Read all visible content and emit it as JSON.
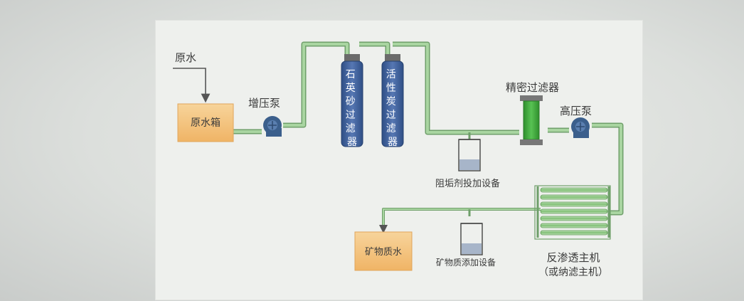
{
  "diagram": {
    "labels": {
      "raw_water": "原水",
      "raw_water_tank": "原水箱",
      "booster_pump": "增压泵",
      "quartz_filter": "石英砂过滤器",
      "carbon_filter": "活性炭过滤器",
      "precision_filter": "精密过滤器",
      "high_pressure_pump": "高压泵",
      "antiscalant_dosing": "阻垢剂投加设备",
      "ro_unit": "反渗透主机",
      "ro_unit_alt": "（或纳滤主机）",
      "mineral_water": "矿物质水",
      "mineral_dosing": "矿物质添加设备"
    },
    "colors": {
      "pipe": "#a9d5a1",
      "pipe_edge": "#6f9f6a",
      "tank_fill": "#f4c27e",
      "filter_blue": "#41629d",
      "precision_green": "#3faa3c",
      "pump_blue": "#3b5f8c",
      "arrow": "#555555"
    }
  }
}
